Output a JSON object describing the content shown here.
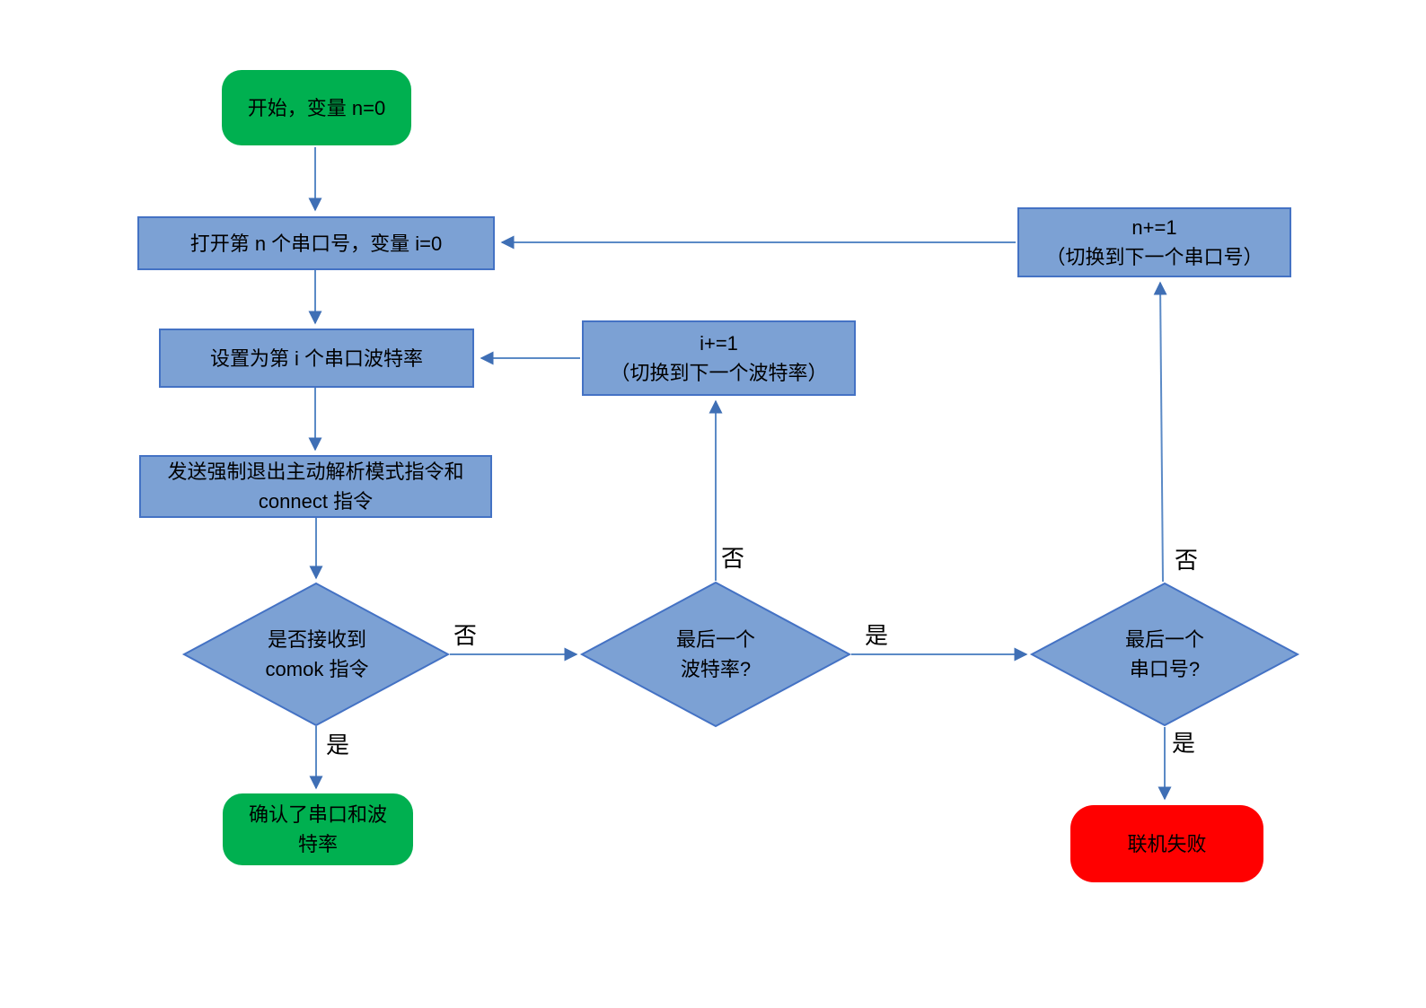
{
  "colors": {
    "node_fill": "#7CA1D4",
    "node_border": "#4472C4",
    "arrow_line": "#5B8AC6",
    "arrow_head": "#3F6FB5",
    "start_fill": "#00B050",
    "fail_fill": "#FF0000",
    "text": "#000000"
  },
  "nodes": {
    "start": {
      "label": "开始，变量 n=0"
    },
    "open_port": {
      "label": "打开第 n 个串口号，变量 i=0"
    },
    "set_baud": {
      "label": "设置为第 i 个串口波特率"
    },
    "send_cmd": {
      "line1": "发送强制退出主动解析模式指令和",
      "line2": "connect 指令"
    },
    "check_comok": {
      "line1": "是否接收到",
      "line2": "comok 指令"
    },
    "confirmed": {
      "line1": "确认了串口和波",
      "line2": "特率"
    },
    "last_baud": {
      "line1": "最后一个",
      "line2": "波特率?"
    },
    "inc_i": {
      "line1": "i+=1",
      "line2": "（切换到下一个波特率）"
    },
    "last_port": {
      "line1": "最后一个",
      "line2": "串口号?"
    },
    "inc_n": {
      "line1": "n+=1",
      "line2": "（切换到下一个串口号）"
    },
    "fail": {
      "label": "联机失败"
    }
  },
  "edge_labels": {
    "yes": "是",
    "no": "否"
  }
}
